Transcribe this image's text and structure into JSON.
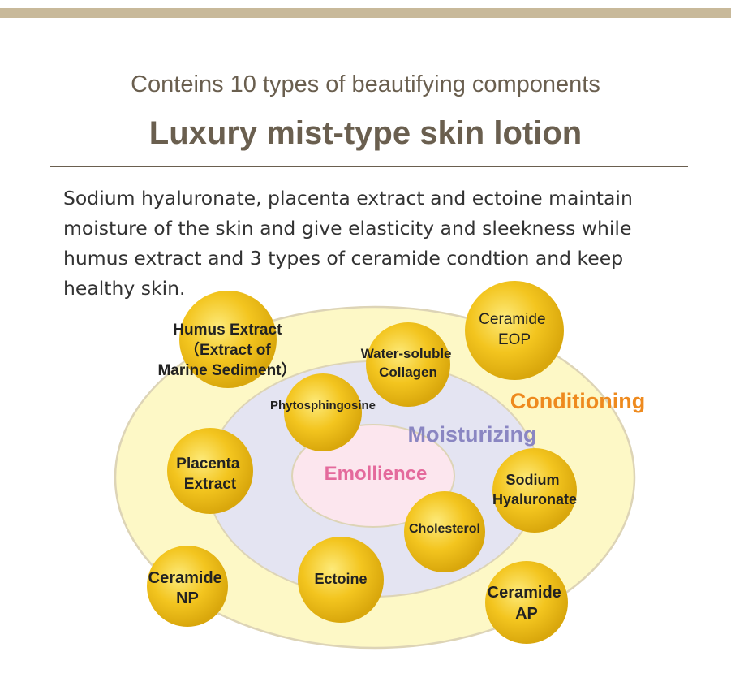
{
  "header": {
    "subtitle": "Conteins 10 types of beautifying components",
    "title": "Luxury mist-type skin lotion"
  },
  "description": "Sodium hyaluronate, placenta extract and ectoine maintain moisture of the skin and give elasticity and sleekness while humus extract and 3 types of ceramide condtion and keep healthy skin.",
  "diagram": {
    "zones": {
      "conditioning": "Conditioning",
      "moisturizing": "Moisturizing",
      "emollience": "Emollience"
    },
    "components": {
      "humus": [
        "Humus Extract",
        "（Extract of",
        "Marine Sediment）"
      ],
      "ceramide_eop": [
        "Ceramide",
        "EOP"
      ],
      "collagen": [
        "Water-soluble",
        "Collagen"
      ],
      "phytosphingosine": [
        "Phytosphingosine"
      ],
      "placenta": [
        "Placenta",
        "Extract"
      ],
      "sodium_hyaluronate": [
        "Sodium",
        "Hyaluronate"
      ],
      "cholesterol": [
        "Cholesterol"
      ],
      "ceramide_np": [
        "Ceramide",
        "NP"
      ],
      "ectoine": [
        "Ectoine"
      ],
      "ceramide_ap": [
        "Ceramide",
        "AP"
      ]
    },
    "colors": {
      "outer_zone": "#fdf8c6",
      "middle_zone": "#e4e4f2",
      "inner_zone": "#fce6ee",
      "conditioning_text": "#ee8a1e",
      "moisturizing_text": "#8a86c2",
      "emollience_text": "#e46a9c",
      "circle_fill": "#f3c51f",
      "header_text": "#6a5f4f"
    }
  }
}
